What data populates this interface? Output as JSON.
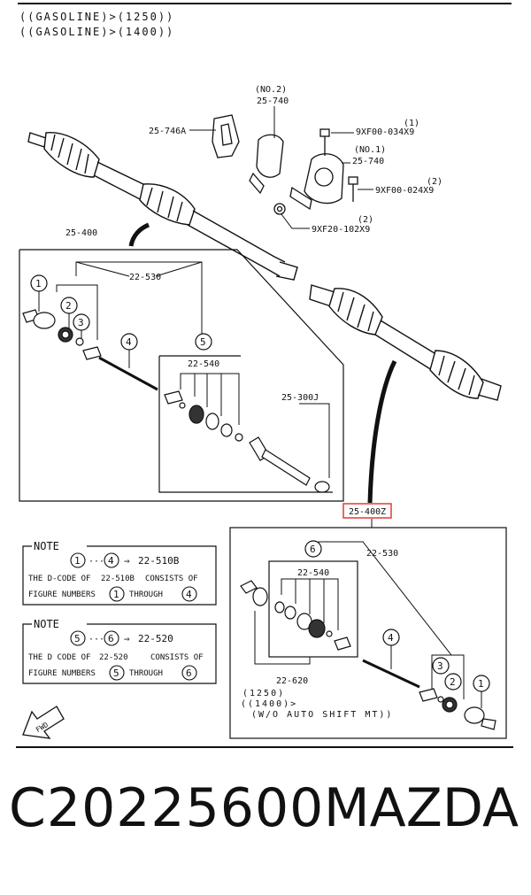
{
  "header": {
    "line1": "((GASOLINE)>(1250))",
    "line2": "((GASOLINE)>(1400))"
  },
  "callouts": {
    "no2": "(NO.2)",
    "c25740a": "25-740",
    "c25746a": "25-746A",
    "c1a": "(1)",
    "bolt1": "9XF00-034X9",
    "no1": "(NO.1)",
    "c25740b": "25-740",
    "c2a": "(2)",
    "bolt2": "9XF00-024X9",
    "c2b": "(2)",
    "nut": "9XF20-102X9",
    "c25400": "25-400",
    "c22530a": "22-530",
    "c22540a": "22-540",
    "c25300j": "25-300J",
    "c25400z": "25-400Z",
    "c22530b": "22-530",
    "c22540b": "22-540",
    "c22620": "22-620",
    "cond1": "(1250)",
    "cond2": "((1400)>",
    "cond3": "(W/O AUTO SHIFT MT))",
    "n1": "1",
    "n2": "2",
    "n3": "3",
    "n4": "4",
    "n5": "5",
    "m6": "6",
    "m4": "4",
    "m3": "3",
    "m2": "2",
    "m1": "1"
  },
  "notes": [
    {
      "title": "NOTE",
      "range_from": "1",
      "range_to": "4",
      "arrow_code": "22-510B",
      "body_pre": "THE D-CODE OF",
      "body_code": "22-510B",
      "body_post": "CONSISTS OF",
      "body2_pre": "FIGURE NUMBERS",
      "body2_mid": "THROUGH",
      "num_a": "1",
      "num_b": "4"
    },
    {
      "title": "NOTE",
      "range_from": "5",
      "range_to": "6",
      "arrow_code": "22-520",
      "body_pre": "THE D CODE OF",
      "body_code": "22-520",
      "body_post": "CONSISTS OF",
      "body2_pre": "FIGURE NUMBERS",
      "body2_mid": "THROUGH",
      "num_a": "5",
      "num_b": "6"
    }
  ],
  "fwd_label": "FWD",
  "footer": {
    "part_number": "C20225600",
    "brand": "MAZDA"
  },
  "colors": {
    "ink": "#111111",
    "highlight": "#e53935"
  }
}
